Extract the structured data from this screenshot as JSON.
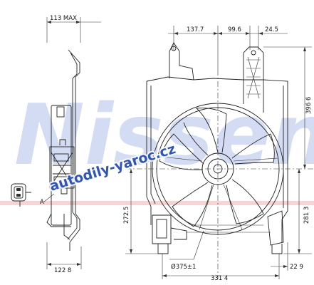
{
  "dimensions": {
    "side_depth_max": "113 MAX",
    "side_bottom_depth": "122 8",
    "connector_label": "A",
    "top_left_span": "137.7",
    "top_mid_span": "99.6",
    "top_right_span": "24.5",
    "right_height": "396 6",
    "left_lower_height": "272.5",
    "right_lower_height": "281 3",
    "fan_diameter": "Ø375±1",
    "bottom_width": "331 4",
    "bottom_right_offset": "22 9"
  },
  "watermark": {
    "brand": "Nissens",
    "site": "autodily-yaroc.cz",
    "colors": {
      "brand": "#3d63c6",
      "site": "#2f55b8"
    }
  }
}
